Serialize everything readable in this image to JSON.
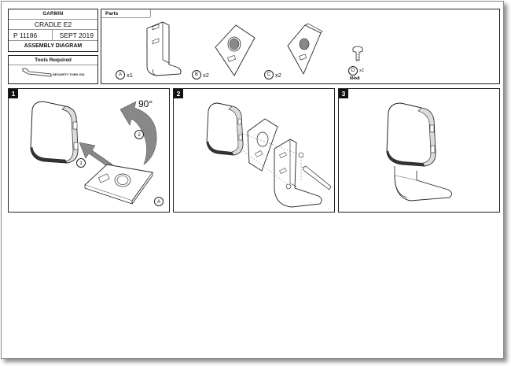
{
  "title_block": {
    "brand": "GARMIN",
    "model": "CRADLE E2",
    "part_number": "P 11186",
    "date": "SEPT 2019",
    "diagram_type": "ASSEMBLY DIAGRAM"
  },
  "tools": {
    "header": "Tools Required",
    "tool_label": "SECURITY TORX X20"
  },
  "parts": {
    "header": "Parts",
    "items": [
      {
        "letter": "A",
        "qty": "x1"
      },
      {
        "letter": "B",
        "qty": "x2"
      },
      {
        "letter": "C",
        "qty": "x2"
      },
      {
        "letter": "D",
        "qty": "x2",
        "spec": "M4x8"
      }
    ]
  },
  "steps": [
    {
      "number": "1",
      "callouts": [
        "1",
        "2"
      ],
      "rotation": "90°",
      "part_letter": "A"
    },
    {
      "number": "2"
    },
    {
      "number": "3"
    }
  ]
}
